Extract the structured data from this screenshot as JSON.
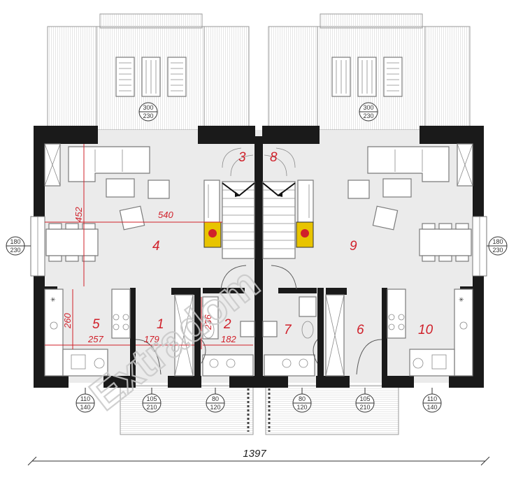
{
  "rooms": [
    {
      "id": "1",
      "label": "1"
    },
    {
      "id": "2",
      "label": "2"
    },
    {
      "id": "3",
      "label": "3"
    },
    {
      "id": "4",
      "label": "4"
    },
    {
      "id": "5",
      "label": "5"
    },
    {
      "id": "6",
      "label": "6"
    },
    {
      "id": "7",
      "label": "7"
    },
    {
      "id": "8",
      "label": "8"
    },
    {
      "id": "9",
      "label": "9"
    },
    {
      "id": "10",
      "label": "10"
    }
  ],
  "dimensions": {
    "d452": "452",
    "d540": "540",
    "d260": "260",
    "d257": "257",
    "d179": "179",
    "d236": "236",
    "d182": "182",
    "total_width": "1397"
  },
  "openings": [
    {
      "top": "300",
      "bottom": "230"
    },
    {
      "top": "300",
      "bottom": "230"
    },
    {
      "top": "180",
      "bottom": "230"
    },
    {
      "top": "180",
      "bottom": "230"
    },
    {
      "top": "110",
      "bottom": "140"
    },
    {
      "top": "105",
      "bottom": "210"
    },
    {
      "top": "80",
      "bottom": "120"
    },
    {
      "top": "80",
      "bottom": "120"
    },
    {
      "top": "105",
      "bottom": "210"
    },
    {
      "top": "110",
      "bottom": "140"
    }
  ],
  "watermark": "Extradom",
  "colors": {
    "walls": "#1a1a1a",
    "floor": "#ebebeb",
    "labels": "#d0202a",
    "fireplace": "#e8c400"
  }
}
